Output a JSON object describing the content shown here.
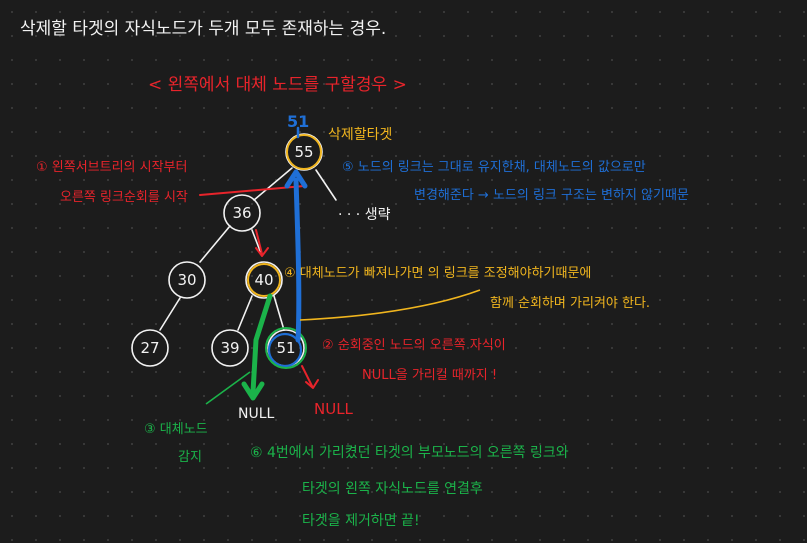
{
  "title": "삭제할 타겟의 자식노드가 두개 모두 존재하는 경우.",
  "subtitle": "< 왼쪽에서 대체 노드를 구할경우 >",
  "nodes": {
    "n55": "55",
    "n36": "36",
    "n30": "30",
    "n40": "40",
    "n27": "27",
    "n39": "39",
    "n51": "51"
  },
  "labels": {
    "target_top_num": "51",
    "target": "삭제할타겟",
    "etc": "· · · 생략",
    "null1": "NULL",
    "null2": "NULL"
  },
  "notes": {
    "step1_line1": "① 왼쪽서브트리의 시작부터",
    "step1_line2": "오른쪽 링크순회를 시작",
    "step2_line1": "② 순회중인 노드의 오른쪽 자식이",
    "step2_line2": "NULL을 가리킬 때까지 !",
    "step3_line1": "③ 대체노드",
    "step3_line2": "감지",
    "step4_line1": "④ 대체노드가 빠져나가면 의 링크를 조정해야하기때문에",
    "step4_line2": "함께 순회하며 가리켜야 한다.",
    "step5_line1": "⑤ 노드의 링크는 그대로 유지한채, 대체노드의 값으로만",
    "step5_line2": "변경해준다 → 노드의 링크 구조는 변하지 않기때문",
    "step6_line1": "⑥ 4번에서 가리켰던 타겟의 부모노드의 오른쪽 링크와",
    "step6_line2": "타겟의 왼쪽 자식노드를 연결후",
    "step6_line3": "타겟을 제거하면 끝!"
  },
  "colors": {
    "background": "#1c1c1c",
    "chalk": "#f2f2f2",
    "red": "#e8242b",
    "blue": "#1f6fd6",
    "yellow": "#f0b51e",
    "green": "#1bb34a"
  }
}
